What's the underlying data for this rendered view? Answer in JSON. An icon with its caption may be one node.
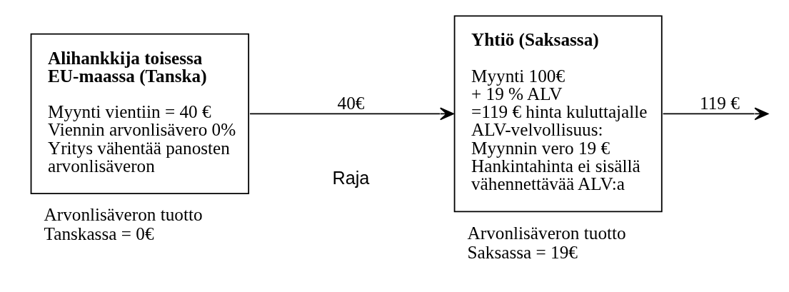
{
  "diagram": {
    "nodes": [
      {
        "text": [
          "Alihankkija toisessa EU-maassa (Tanska)",
          "Myynti vientiin = 40 €",
          "Viennin arvonlisävero 0%",
          "Yritys vähentää panosten arvonlisäveron"
        ],
        "beside": [
          "Arvonlisäveron tuotto Tanskassa = 0€"
        ]
      },
      {
        "text": [
          "Yhtiö (Saksassa)",
          "Myynti 100€",
          "+ 19 % ALV",
          "=119 € hinta kuluttajalle",
          "ALV-velvollisuus:",
          "Myynnin vero 19 €",
          "Hankintahinta ei sisällä vähennettävää ALV:a"
        ],
        "beside": [
          "Arvonlisäveron tuotto Saksassa = 19€"
        ]
      }
    ],
    "edges": [
      {
        "from": 0,
        "to": 1,
        "arrow": "to",
        "label": "40€"
      },
      {
        "from": 1,
        "to": null,
        "arrow": "to",
        "label": "119 €"
      }
    ],
    "labels": [
      "Raja"
    ]
  }
}
